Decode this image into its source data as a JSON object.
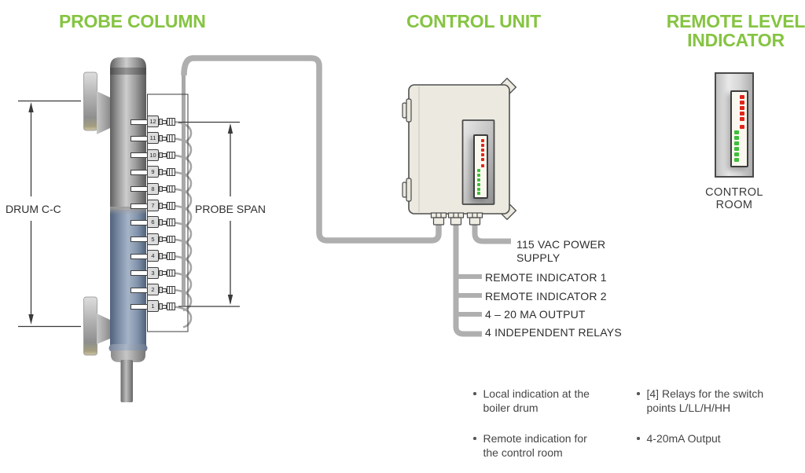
{
  "colors": {
    "accent_green": "#85C441",
    "led_red": "#E1251B",
    "led_green": "#3FBE3C",
    "cable_gray": "#AFAFAF",
    "water_blue": "#7C8DA6",
    "enclosure_cream": "#ECEAE0"
  },
  "headers": {
    "probe_column": "PROBE COLUMN",
    "control_unit": "CONTROL UNIT",
    "remote_indicator": "REMOTE LEVEL INDICATOR"
  },
  "probe_column": {
    "drum_dim_label": "DRUM C-C",
    "span_dim_label": "PROBE SPAN",
    "probe_numbers": [
      "12",
      "11",
      "10",
      "9",
      "8",
      "7",
      "6",
      "5",
      "4",
      "3",
      "2",
      "1"
    ]
  },
  "control_unit": {
    "leds": [
      "red",
      "red",
      "red",
      "red",
      "red",
      "red",
      "green",
      "green",
      "green",
      "green",
      "green",
      "green"
    ]
  },
  "remote_indicator": {
    "caption": "CONTROL ROOM",
    "leds": [
      "red",
      "red",
      "red",
      "red",
      "red",
      "red",
      "green",
      "green",
      "green",
      "green",
      "green",
      "green"
    ]
  },
  "wire_labels": {
    "power": "115 VAC POWER SUPPLY",
    "remote1": "REMOTE INDICATOR 1",
    "remote2": "REMOTE INDICATOR 2",
    "ma_output": "4 – 20 MA OUTPUT",
    "relays": "4 INDEPENDENT RELAYS"
  },
  "features": {
    "col1": [
      "Local indication at the boiler drum",
      "Remote indication for the control room"
    ],
    "col2": [
      "[4] Relays for the switch points  L/LL/H/HH",
      "4-20mA Output"
    ]
  }
}
